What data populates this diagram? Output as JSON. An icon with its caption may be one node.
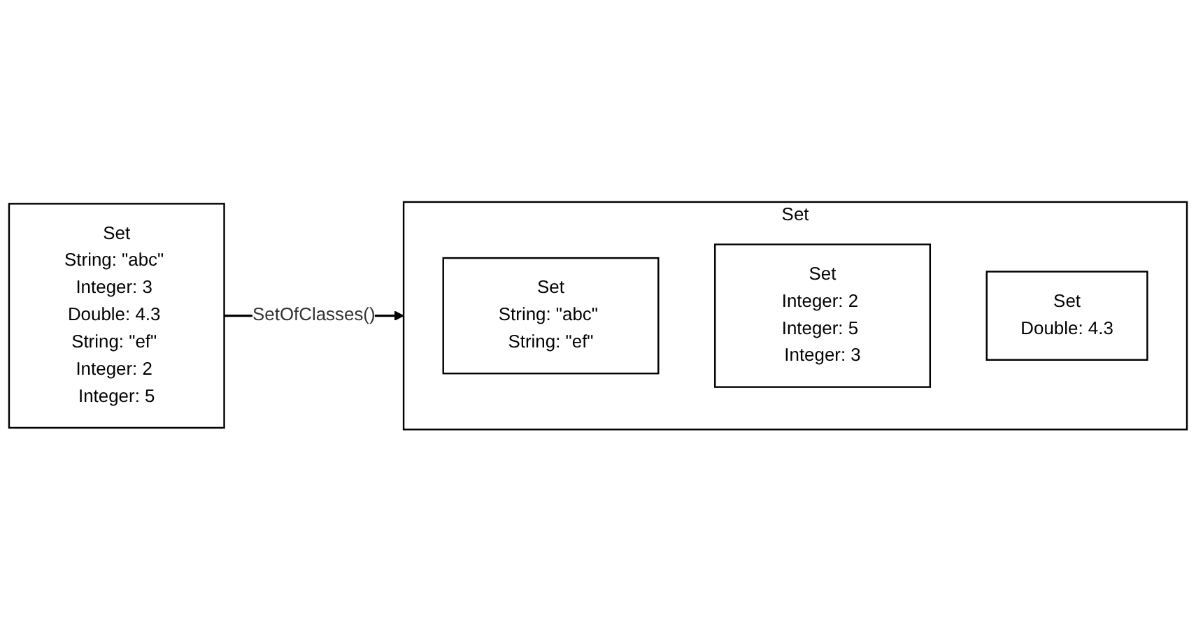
{
  "diagram": {
    "nodes": [
      {
        "text": [
          "Set",
          "String: \"abc\" Integer: 3 Double: 4.3 String: \"ef\" Integer: 2 Integer: 5"
        ]
      },
      {
        "text": [
          "Set"
        ]
      },
      {
        "text": [
          "Set",
          "String: \"abc\" String: \"ef\""
        ],
        "in": 1
      },
      {
        "text": [
          "Set",
          "Integer: 2 Integer: 5 Integer: 3"
        ],
        "in": 1
      },
      {
        "text": [
          "Set",
          "Double: 4.3"
        ],
        "in": 1
      }
    ],
    "edges": [
      {
        "from": 0,
        "to": 1,
        "arrow": "to",
        "label": "SetOfClasses()"
      }
    ]
  }
}
